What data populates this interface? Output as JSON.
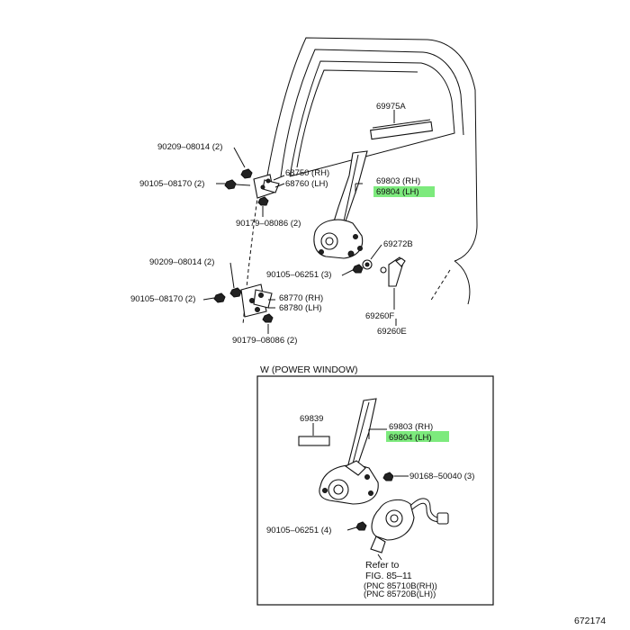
{
  "parts": {
    "p69975A": "69975A",
    "p90209_a": "90209–08014 (2)",
    "p90105_a": "90105–08170 (2)",
    "p68750": "68750 (RH)",
    "p68760": "68760 (LH)",
    "p90179_a": "90179–08086 (2)",
    "p69803_a": "69803 (RH)",
    "p69804_a": "69804 (LH)",
    "p69272B": "69272B",
    "p90209_b": "90209–08014 (2)",
    "p90105_b": "90105–06251 (3)",
    "p90105_c": "90105–08170 (2)",
    "p68770": "68770 (RH)",
    "p68780": "68780 (LH)",
    "p90179_b": "90179–08086 (2)",
    "p69260F": "69260F",
    "p69260E": "69260E"
  },
  "inset": {
    "title": "W (POWER WINDOW)",
    "p69839": "69839",
    "p69803_b": "69803 (RH)",
    "p69804_b": "69804 (LH)",
    "p90168": "90168–50040 (3)",
    "p90105_d": "90105–06251 (4)",
    "refer1": "Refer to",
    "refer2": "FIG. 85–11",
    "pnc1": "(PNC 85710B(RH))",
    "pnc2": "(PNC 85720B(LH))"
  },
  "figure_number": "672174",
  "colors": {
    "highlight": "#7dea7d",
    "ink": "#111111"
  }
}
